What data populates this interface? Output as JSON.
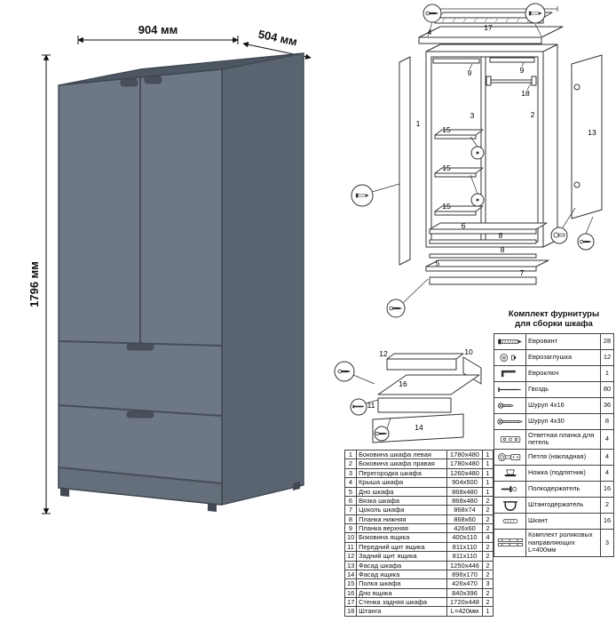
{
  "dimensions": {
    "width": "904 мм",
    "depth": "504 мм",
    "height": "1796 мм"
  },
  "colors": {
    "wardrobe_front": "#6e7785",
    "wardrobe_side": "#5a6370",
    "wardrobe_top": "#4d5663",
    "wardrobe_plinth": "#656e7b",
    "outline": "#3f4751"
  },
  "assembly": {
    "labels": [
      "17",
      "4",
      "9",
      "9",
      "18",
      "1",
      "3",
      "2",
      "15",
      "15",
      "15",
      "13",
      "5",
      "6",
      "8",
      "8",
      "7"
    ]
  },
  "drawer_diagram": {
    "labels": [
      "12",
      "10",
      "16",
      "11",
      "14"
    ]
  },
  "hardware": {
    "title_line1": "Комплект фурнитуры",
    "title_line2": "для сборки шкафа",
    "items": [
      {
        "icon_name": "confirmat-screw-icon",
        "icon_ref": "#ic-confirmat",
        "name": "Евровинт",
        "qty": "28"
      },
      {
        "icon_name": "screw-cap-icon",
        "icon_ref": "#ic-cap",
        "name": "Еврозаглушка",
        "qty": "12"
      },
      {
        "icon_name": "hex-key-icon",
        "icon_ref": "#ic-key",
        "name": "Евроключ",
        "qty": "1"
      },
      {
        "icon_name": "nail-icon",
        "icon_ref": "#ic-nail",
        "name": "Гвоздь",
        "qty": "80"
      },
      {
        "icon_name": "screw-4x16-icon",
        "icon_ref": "#ic-screw16",
        "name": "Шуруп 4x16",
        "qty": "36"
      },
      {
        "icon_name": "screw-4x30-icon",
        "icon_ref": "#ic-screw30",
        "name": "Шуруп 4x30",
        "qty": "8"
      },
      {
        "icon_name": "hinge-plate-icon",
        "icon_ref": "#ic-plate",
        "name": "Ответная планка для петель",
        "qty": "4"
      },
      {
        "icon_name": "hinge-icon",
        "icon_ref": "#ic-hinge",
        "name": "Петля (накладная)",
        "qty": "4"
      },
      {
        "icon_name": "foot-glide-icon",
        "icon_ref": "#ic-foot",
        "name": "Ножка (подпятник)",
        "qty": "4"
      },
      {
        "icon_name": "shelf-pin-icon",
        "icon_ref": "#ic-pin",
        "name": "Полкодержатель",
        "qty": "16"
      },
      {
        "icon_name": "rod-holder-icon",
        "icon_ref": "#ic-rodholder",
        "name": "Штангодержатель",
        "qty": "2"
      },
      {
        "icon_name": "dowel-icon",
        "icon_ref": "#ic-dowel",
        "name": "Шкант",
        "qty": "16"
      },
      {
        "icon_name": "drawer-slides-icon",
        "icon_ref": "#ic-slides",
        "name": "Комплект роликовых направляющих L=400мм",
        "qty": "3"
      }
    ]
  },
  "parts": {
    "rows": [
      {
        "num": "1",
        "name": "Боковина шкафа левая",
        "size": "1780x480",
        "qty": "1"
      },
      {
        "num": "2",
        "name": "Боковина шкафа правая",
        "size": "1780x480",
        "qty": "1"
      },
      {
        "num": "3",
        "name": "Перегородка шкафа",
        "size": "1260x480",
        "qty": "1"
      },
      {
        "num": "4",
        "name": "Крыша шкафа",
        "size": "904x500",
        "qty": "1"
      },
      {
        "num": "5",
        "name": "Дно шкафа",
        "size": "868x480",
        "qty": "1"
      },
      {
        "num": "6",
        "name": "Вязка шкафа",
        "size": "868x480",
        "qty": "2"
      },
      {
        "num": "7",
        "name": "Цоколь шкафа",
        "size": "868x74",
        "qty": "2"
      },
      {
        "num": "8",
        "name": "Планка нижняя",
        "size": "868x60",
        "qty": "2"
      },
      {
        "num": "9",
        "name": "Планка верхняя",
        "size": "426x60",
        "qty": "2"
      },
      {
        "num": "10",
        "name": "Боковина ящика",
        "size": "400x110",
        "qty": "4"
      },
      {
        "num": "11",
        "name": "Передний щит ящика",
        "size": "811x110",
        "qty": "2"
      },
      {
        "num": "12",
        "name": "Задний щит ящика",
        "size": "811x110",
        "qty": "2"
      },
      {
        "num": "13",
        "name": "Фасад шкафа",
        "size": "1250x446",
        "qty": "2"
      },
      {
        "num": "14",
        "name": "Фасад ящика",
        "size": "896x170",
        "qty": "2"
      },
      {
        "num": "15",
        "name": "Полка шкафа",
        "size": "426x470",
        "qty": "3"
      },
      {
        "num": "16",
        "name": "Дно ящика",
        "size": "840x396",
        "qty": "2"
      },
      {
        "num": "17",
        "name": "Стенка задняя шкафа",
        "size": "1720x448",
        "qty": "2"
      },
      {
        "num": "18",
        "name": "Штанга",
        "size": "L=420мм",
        "qty": "1"
      }
    ]
  }
}
